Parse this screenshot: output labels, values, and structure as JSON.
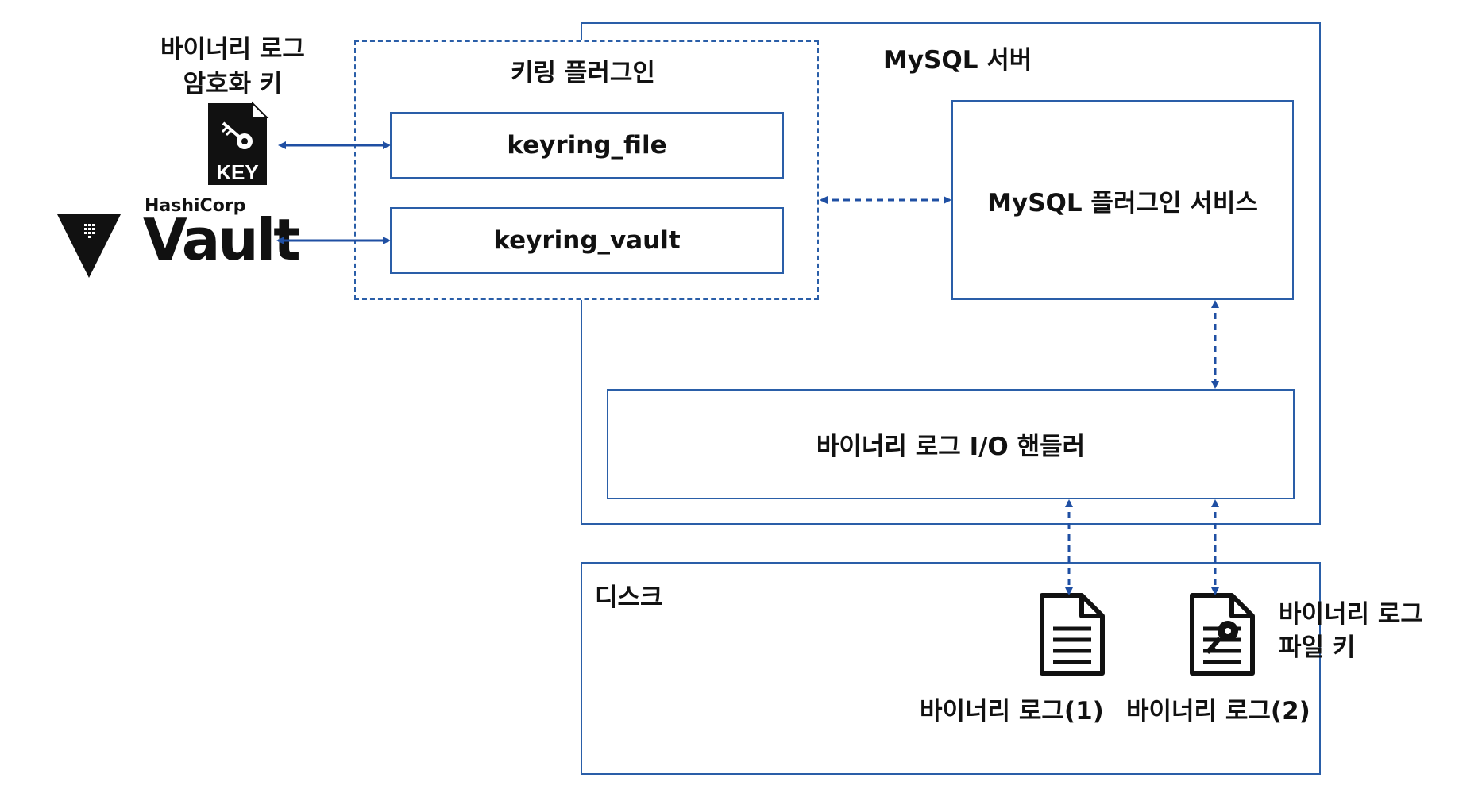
{
  "key_label": {
    "line1": "바이너리 로그",
    "line2": "암호화 키"
  },
  "key_icon_text": "KEY",
  "vault": {
    "brand": "HashiCorp",
    "name": "Vault"
  },
  "keyring_plugin": {
    "title": "키링 플러그인",
    "items": [
      "keyring_file",
      "keyring_vault"
    ]
  },
  "mysql_server": {
    "title": "MySQL 서버",
    "plugin_service": "MySQL 플러그인 서비스",
    "io_handler": "바이너리 로그 I/O 핸들러"
  },
  "disk": {
    "title": "디스크",
    "files": [
      "바이너리 로그(1)",
      "바이너리 로그(2)"
    ]
  },
  "file_key_label": {
    "line1": "바이너리 로그",
    "line2": "파일 키"
  },
  "colors": {
    "accent": "#2a5ea8",
    "arrow": "#1f4fa3",
    "icon": "#111111"
  }
}
